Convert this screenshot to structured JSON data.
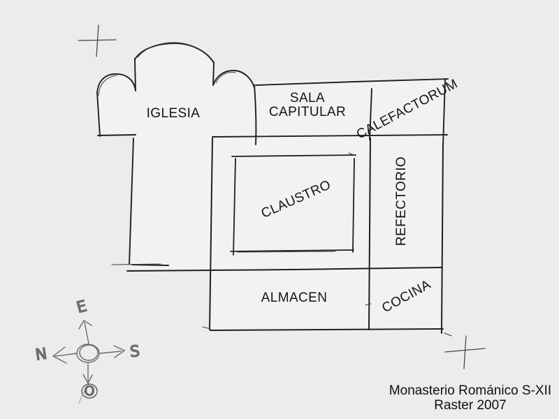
{
  "labels": {
    "iglesia": "IGLESIA",
    "sala_capitular_line1": "SALA",
    "sala_capitular_line2": "CAPITULAR",
    "calefactorum": "CALEFACTORUM",
    "refectorio": "REFECTORIO",
    "claustro": "CLAUSTRO",
    "almacen": "ALMACEN",
    "cocina": "COCINA"
  },
  "compass": {
    "east": "E",
    "north": "N",
    "south": "S",
    "west": "O"
  },
  "caption": {
    "line1": "Monasterio Románico S-XII",
    "line2": "Raster 2007"
  },
  "colors": {
    "background": "#ececec",
    "room_fill": "#f2f2f2",
    "ink": "#1f1f1f",
    "pencil": "#6b6b6b",
    "text": "#141414"
  }
}
